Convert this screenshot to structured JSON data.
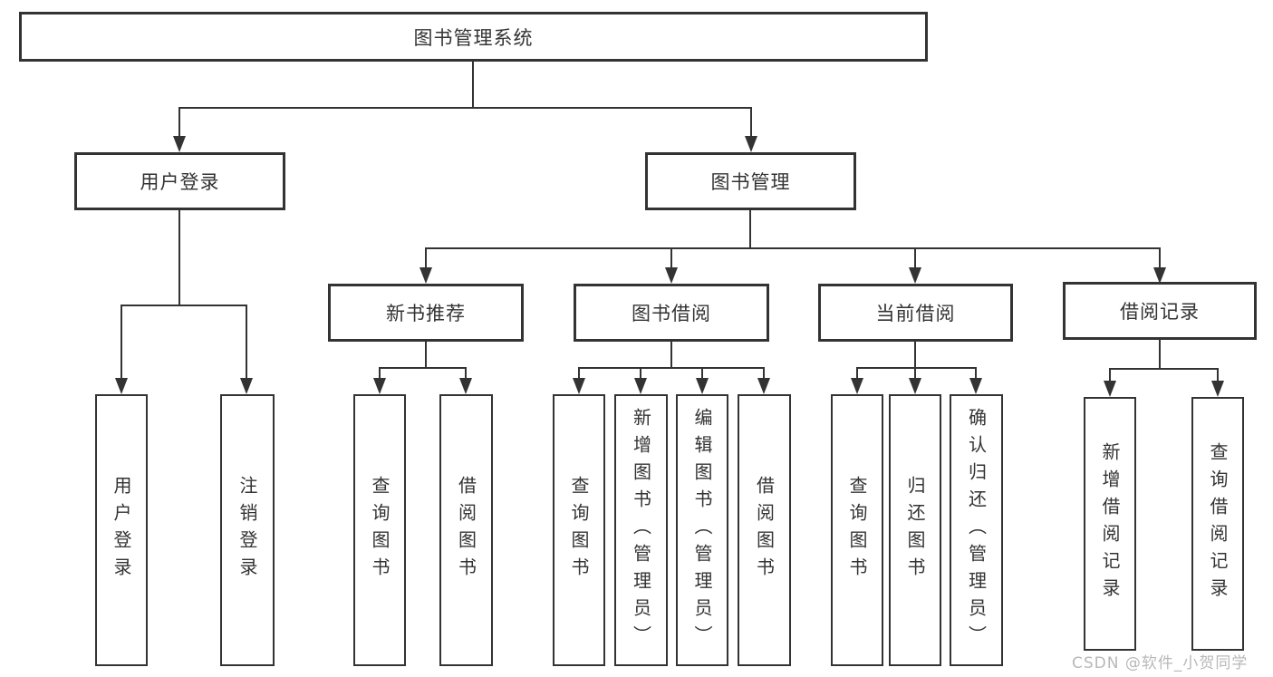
{
  "diagram": {
    "title": "图书管理系统",
    "nodes": {
      "root": "图书管理系统",
      "level2": [
        "用户登录",
        "图书管理"
      ],
      "level3": [
        "新书推荐",
        "图书借阅",
        "当前借阅",
        "借阅记录"
      ],
      "leaves_login": [
        "用户登录",
        "注销登录"
      ],
      "leaves_recommend": [
        "查询图书",
        "借阅图书"
      ],
      "leaves_borrow": [
        "查询图书",
        "新增图书（管理员）",
        "编辑图书（管理员）",
        "借阅图书"
      ],
      "leaves_current": [
        "查询图书",
        "归还图书",
        "确认归还（管理员）"
      ],
      "leaves_records": [
        "新增借阅记录",
        "查询借阅记录"
      ]
    },
    "colors": {
      "line": "#333333",
      "text": "#333333",
      "box_fill": "#ffffff",
      "background": "#ffffff",
      "watermark": "#b8b8b8"
    }
  },
  "watermark": {
    "text": "CSDN @软件_小贺同学"
  }
}
